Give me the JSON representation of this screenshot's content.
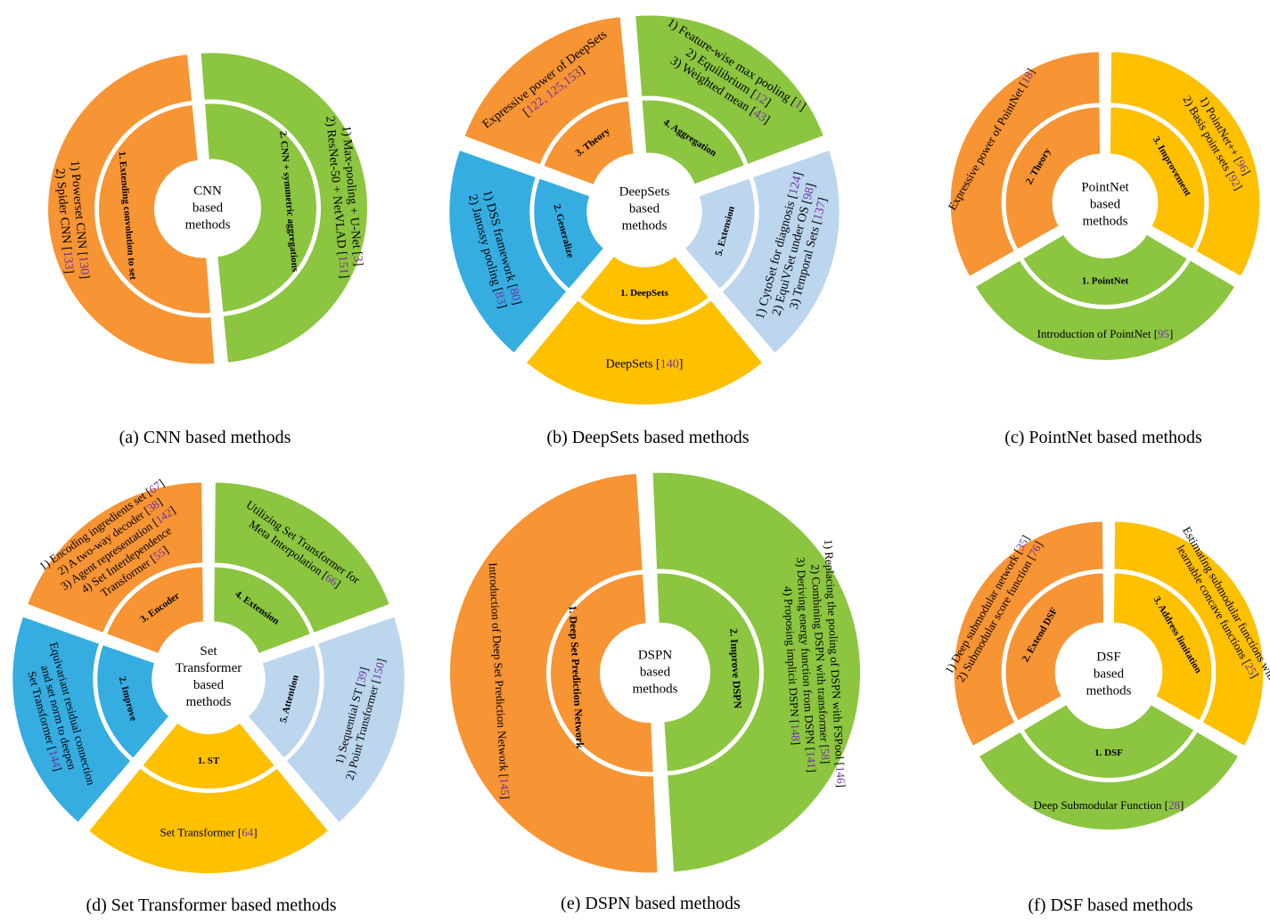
{
  "colors": {
    "orange": "#F79433",
    "green": "#8CC540",
    "yellow": "#FFC000",
    "blue": "#35ADE1",
    "lightblue": "#BCD6EE",
    "ref": "#7030A0"
  },
  "diagrams": [
    {
      "id": "a",
      "caption": "(a) CNN based methods",
      "center": [
        "CNN",
        "based",
        "methods"
      ],
      "sectors": [
        {
          "start": -5,
          "end": 175,
          "color": "green",
          "label": "2. CNN + symmetric aggregations",
          "items": [
            "1) Max-pooling + U-Net [3]",
            "2) ResNet-50 + NetVLAD [151]"
          ]
        },
        {
          "start": 175,
          "end": 355,
          "color": "orange",
          "label": "1. Extending convolution to set",
          "items": [
            "1) Powerset CNN [130]",
            "2) Spider CNN [133]"
          ]
        }
      ]
    },
    {
      "id": "b",
      "caption": "(b) DeepSets based methods",
      "center": [
        "DeepSets",
        "based",
        "methods"
      ],
      "sectors": [
        {
          "start": -5,
          "end": 70,
          "color": "green",
          "label": "4. Aggregation",
          "items": [
            "1) Feature-wise max pooling [1]",
            "2) Equilibrium [12]",
            "3) Weighted mean [43]"
          ]
        },
        {
          "start": 70,
          "end": 140,
          "color": "lightblue",
          "label": "5. Extension",
          "items": [
            "1) CytoSet for diagnosis [124]",
            "2) EquiVSet under OS [98]",
            "3) Temporal Sets [137]"
          ]
        },
        {
          "start": 140,
          "end": 220,
          "color": "yellow",
          "label": "1. DeepSets",
          "items": [
            "DeepSets [140]"
          ]
        },
        {
          "start": 220,
          "end": 290,
          "color": "blue",
          "label": "2. Generalize",
          "items": [
            "1) DSS framework [80]",
            "2) Janossy pooling [83]"
          ]
        },
        {
          "start": 290,
          "end": 355,
          "color": "orange",
          "label": "3. Theory",
          "items": [
            "Expressive power of DeepSets",
            "[122, 125,153]"
          ]
        }
      ]
    },
    {
      "id": "c",
      "caption": "(c) PointNet based methods",
      "center": [
        "PointNet",
        "based",
        "methods"
      ],
      "sectors": [
        {
          "start": 0,
          "end": 120,
          "color": "yellow",
          "label": "3. Improvement",
          "items": [
            "1) PointNet++ [96]",
            "2) Basis point sets [92]"
          ]
        },
        {
          "start": 120,
          "end": 240,
          "color": "green",
          "label": "1. PointNet",
          "items": [
            "Introduction of PointNet [95]"
          ]
        },
        {
          "start": 240,
          "end": 360,
          "color": "orange",
          "label": "2. Theory",
          "items": [
            "Expressive power of PointNet [18]"
          ]
        }
      ]
    },
    {
      "id": "d",
      "caption": "(d) Set Transformer based methods",
      "center": [
        "Set",
        "Transformer",
        "based",
        "methods"
      ],
      "sectors": [
        {
          "start": 0,
          "end": 70,
          "color": "green",
          "label": "4. Extension",
          "items": [
            "Utilizing Set Transformer for",
            "Meta Interpolation [66]"
          ]
        },
        {
          "start": 70,
          "end": 140,
          "color": "lightblue",
          "label": "5. Attention",
          "items": [
            "1) Sequential ST [39]",
            "2) Point Transformer [150]"
          ]
        },
        {
          "start": 140,
          "end": 220,
          "color": "yellow",
          "label": "1. ST",
          "items": [
            "Set Transformer [64]"
          ]
        },
        {
          "start": 220,
          "end": 290,
          "color": "blue",
          "label": "2. Improve",
          "items": [
            "Equivariant residual connection",
            "and set norm to deepen",
            "Set Transformer [144]"
          ]
        },
        {
          "start": 290,
          "end": 360,
          "color": "orange",
          "label": "3. Encoder",
          "items": [
            "1) Encoding ingredients set [67]",
            "2) A two-way decoder [38]",
            "3) Agent representation [142]",
            "4) Set Interdependence",
            "Transformer [55]"
          ]
        }
      ]
    },
    {
      "id": "e",
      "caption": "(e) DSPN based methods",
      "center": [
        "DSPN",
        "based",
        "methods"
      ],
      "sectors": [
        {
          "start": -3,
          "end": 177,
          "color": "green",
          "label": "2. Improve DSPN",
          "items": [
            "1) Replacing the pooling of DSPN with FSPool [146]",
            "2) Combining DSPN with transformer [58]",
            "3) Deriving energy function from DSPN [141]",
            "4) Proposing implicit DSPN [148]"
          ]
        },
        {
          "start": 177,
          "end": 357,
          "color": "orange",
          "label": "1. Deep Set Prediction Network",
          "items": [
            "Introduction of Deep Set Prediction Network [145]"
          ]
        }
      ]
    },
    {
      "id": "f",
      "caption": "(f) DSF based methods",
      "center": [
        "DSF",
        "based",
        "methods"
      ],
      "sectors": [
        {
          "start": 0,
          "end": 120,
          "color": "yellow",
          "label": "3. Address limitation",
          "items": [
            "Estimating submodular functions with",
            "learnable concave functions [25]"
          ]
        },
        {
          "start": 120,
          "end": 240,
          "color": "green",
          "label": "1. DSF",
          "items": [
            "Deep Submodular Function [28]"
          ]
        },
        {
          "start": 240,
          "end": 360,
          "color": "orange",
          "label": "2. Extend DSF",
          "items": [
            "1) Deep submodular network [35]",
            "2) Submodular score function [76]"
          ]
        }
      ]
    }
  ]
}
